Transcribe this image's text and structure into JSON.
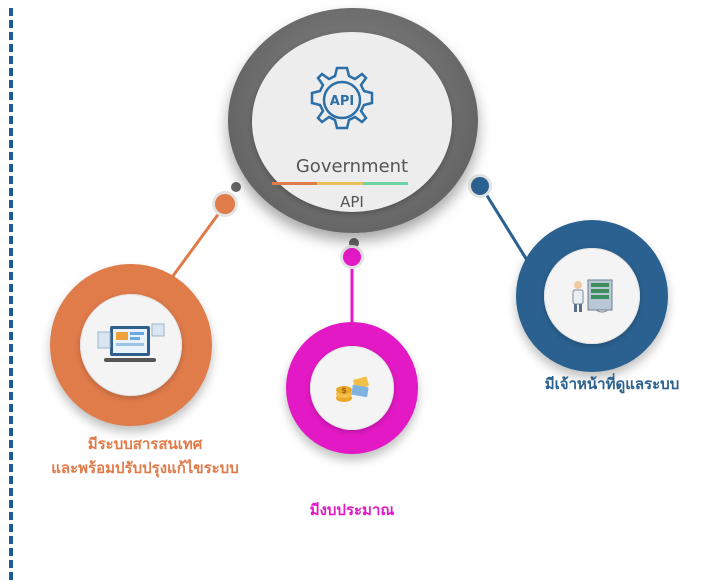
{
  "center": {
    "title": "Government",
    "subtitle": "API",
    "icon": "api-gear-icon",
    "icon_text": "API",
    "bar_colors": [
      "#e07b4a",
      "#e8c15a",
      "#6fd3a8"
    ]
  },
  "nodes": [
    {
      "id": "system",
      "line1": "มีระบบสารสนเทศ",
      "line2": "และพร้อมปรับปรุงแก้ไขระบบ",
      "color": "#e07b4a",
      "icon": "computer-screens-icon"
    },
    {
      "id": "budget",
      "line1": "มีงบประมาณ",
      "color": "#e419c6",
      "icon": "money-coins-icon"
    },
    {
      "id": "staff",
      "line1": "มีเจ้าหน้าที่ดูแลระบบ",
      "color": "#2b6190",
      "icon": "server-technician-icon"
    }
  ],
  "colors": {
    "accent_center": "#6e6e6e",
    "dashed_border": "#1f5a99"
  }
}
